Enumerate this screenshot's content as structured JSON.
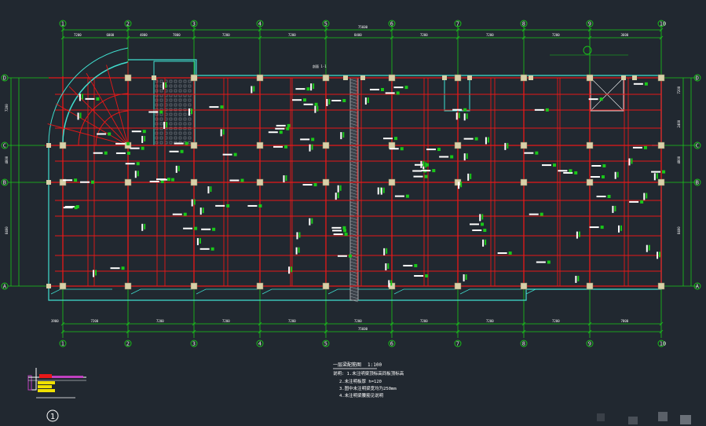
{
  "drawing": {
    "title": "一层梁配筋图",
    "scale": "1:100",
    "notes": [
      "说明: 1.未注明梁顶标高同板顶标高",
      "2.未注明板厚 h=120",
      "3.图中未注明梁宽均为250mm",
      "4.未注明梁腰筋见说明"
    ],
    "detail_number": "1",
    "section_tag": "剖面 1-1",
    "top_total_dim": "75600",
    "bottom_total_dim": "75600",
    "top_dims": [
      "7200",
      "6000",
      "4800",
      "7800",
      "7200",
      "7200",
      "8400",
      "7200",
      "7200",
      "7200",
      "3600"
    ],
    "bottom_dims": [
      "3900",
      "7200",
      "7200",
      "7200",
      "7200",
      "7200",
      "7200",
      "7200",
      "7200",
      "7800"
    ],
    "left_dims": [
      "7200",
      "4800",
      "8400"
    ],
    "right_dims": [
      "7200",
      "2400",
      "4800",
      "8400"
    ],
    "vertical_axes": [
      "1",
      "2",
      "3",
      "4",
      "5",
      "6",
      "7",
      "8",
      "9",
      "10"
    ],
    "horizontal_axes": [
      "D",
      "C",
      "B",
      "A"
    ]
  },
  "colors": {
    "background": "#212830",
    "axis_green": "#19c819",
    "beam_red": "#e81818",
    "wall_cyan": "#40e0d0",
    "column_fill": "#d8d0a8",
    "label_white": "#ffffff",
    "label_yellow": "#f0e000",
    "magenta": "#c040c0"
  }
}
